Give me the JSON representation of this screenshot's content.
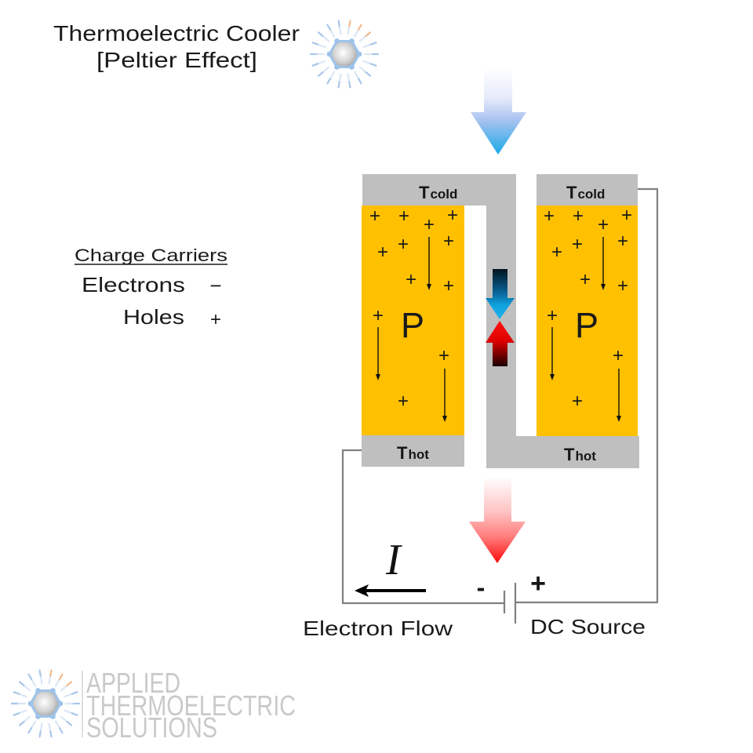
{
  "title": {
    "line1": "Thermoelectric Cooler",
    "line2": "[Peltier Effect]"
  },
  "legend": {
    "heading": "Charge Carriers",
    "items": [
      {
        "label": "Electrons",
        "symbol": "−"
      },
      {
        "label": "Holes",
        "symbol": "+"
      }
    ]
  },
  "module": {
    "legs": [
      {
        "type_label": "P",
        "carrier_symbol": "+",
        "carrier_count": 12,
        "drift_arrow_count": 3
      },
      {
        "type_label": "P",
        "carrier_symbol": "+",
        "carrier_count": 12,
        "drift_arrow_count": 3
      }
    ],
    "cold_labels": [
      {
        "main": "T",
        "sub": "cold"
      },
      {
        "main": "T",
        "sub": "cold"
      }
    ],
    "hot_labels": [
      {
        "main": "T",
        "sub": "hot"
      },
      {
        "main": "T",
        "sub": "hot"
      }
    ]
  },
  "heat_flow": {
    "absorbed_direction": "down-into-cold-side",
    "rejected_direction": "down-out-of-hot-side"
  },
  "circuit": {
    "current_symbol": "I",
    "negative_terminal": "-",
    "positive_terminal": "+",
    "electron_flow_label": "Electron Flow",
    "source_label": "DC Source"
  },
  "logo": {
    "line1": "APPLIED",
    "line2": "THERMOELECTRIC",
    "line3": "SOLUTIONS"
  },
  "colors": {
    "semiconductor": "#FFC000",
    "plate": "#BFBFBF",
    "wire": "#808080",
    "heat_in": "#19A8E8",
    "heat_out": "#FF0A0A",
    "logo_text": "#C9C9C9"
  }
}
